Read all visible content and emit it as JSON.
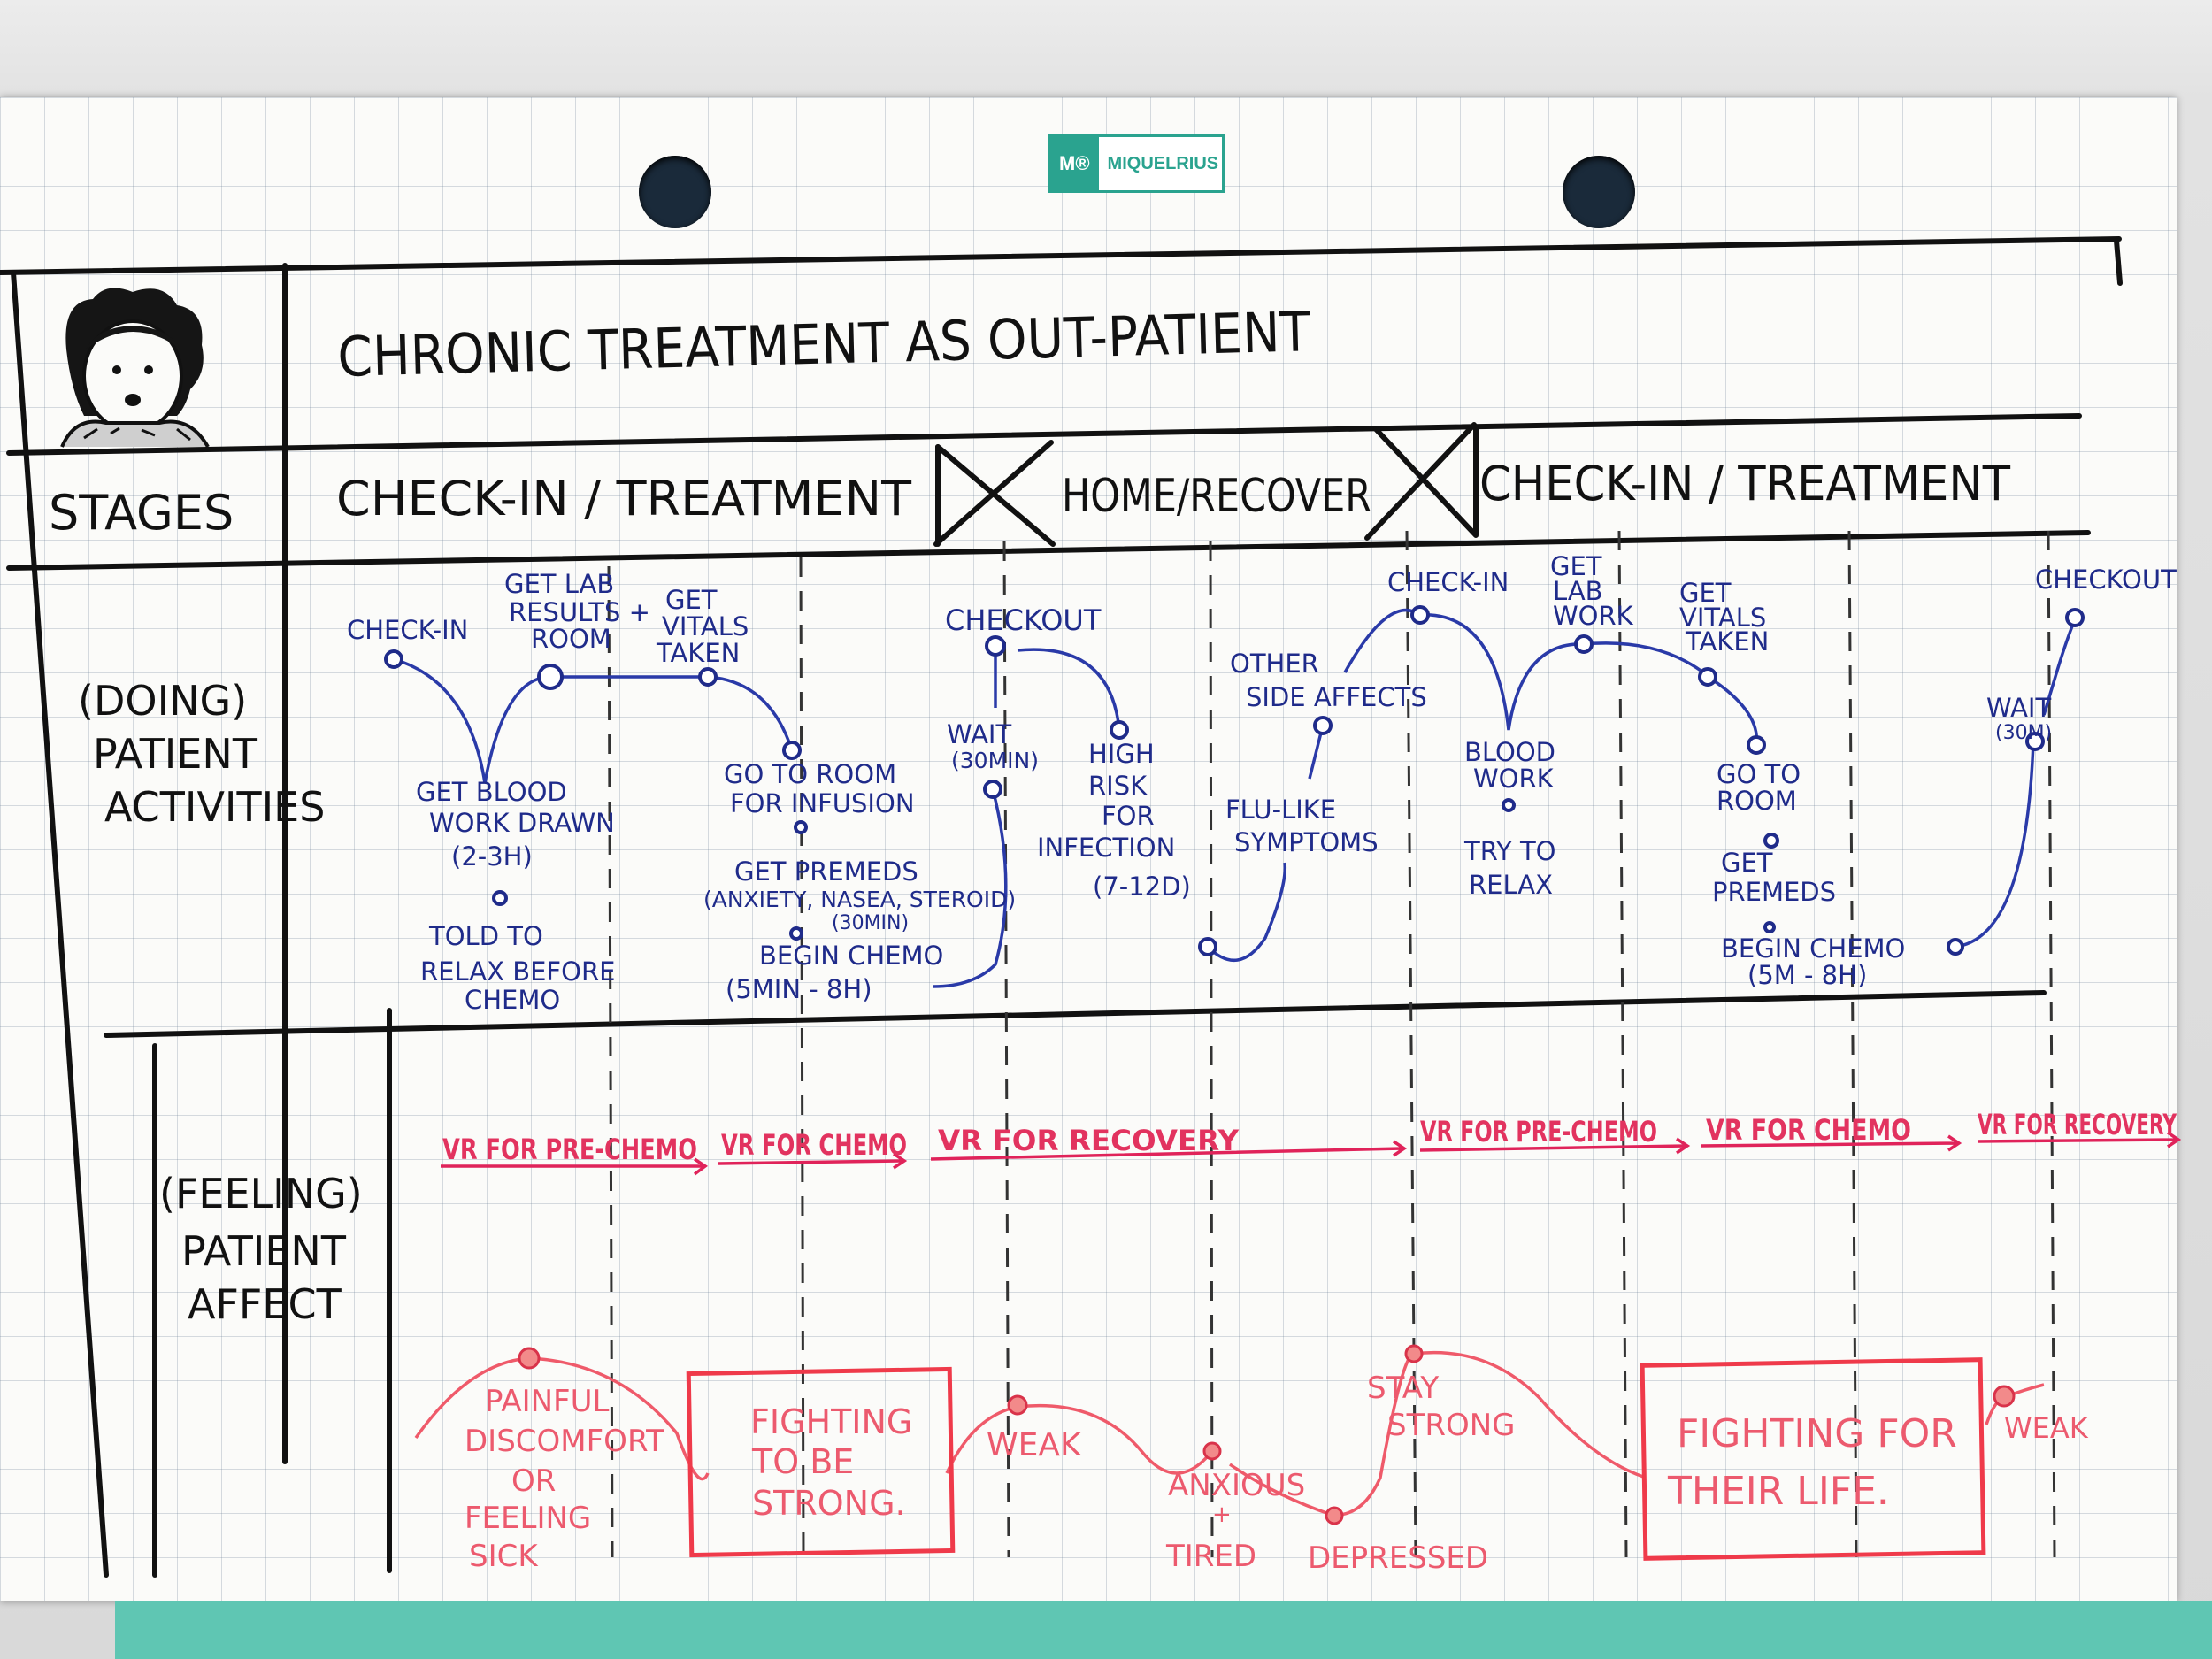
{
  "logo": {
    "mark": "M®",
    "brand": "MIQUELRIUS"
  },
  "title": "CHRONIC TREATMENT AS OUT-PATIENT",
  "row_labels": {
    "stages": "STAGES",
    "doing": [
      "(DOING)",
      "PATIENT",
      "ACTIVITIES"
    ],
    "feeling": [
      "(FEELING)",
      "PATIENT",
      "AFFECT"
    ]
  },
  "stages": [
    "CHECK-IN / TREATMENT",
    "HOME/RECOVER",
    "CHECK-IN / TREATMENT"
  ],
  "activities": {
    "checkin1": "CHECK-IN",
    "lab1": [
      "GET LAB",
      "RESULTS +",
      "ROOM"
    ],
    "vitals1": [
      "GET",
      "VITALS",
      "TAKEN"
    ],
    "blood1": [
      "GET BLOOD",
      "WORK DRAWN",
      "(2-3h)"
    ],
    "told": [
      "TOLD TO",
      "RELAX BEFORE",
      "CHEMO"
    ],
    "room1": [
      "GO TO ROOM",
      "FOR INFUSION"
    ],
    "premeds1": [
      "GET PREMEDS",
      "(anxiety, nasea, steroid)",
      "(30min)"
    ],
    "chemo1": [
      "BEGIN CHEMO",
      "(5min - 8h)"
    ],
    "checkout1": "CHECKOUT",
    "wait1": [
      "WAIT",
      "(30min)"
    ],
    "risk": [
      "HIGH",
      "RISK",
      "FOR",
      "INFECTION",
      "(7-12d)"
    ],
    "other": [
      "OTHER",
      "SIDE AFFECTS"
    ],
    "flu": [
      "FLU-LIKE",
      "SYMPTOMS"
    ],
    "checkin2": "CHECK-IN",
    "labwork2": [
      "GET",
      "LAB",
      "WORK"
    ],
    "vitals2": [
      "GET",
      "VITALS",
      "TAKEN"
    ],
    "blood2": [
      "BLOOD",
      "WORK"
    ],
    "relax2": [
      "TRY TO",
      "RELAX"
    ],
    "room2": [
      "GO TO",
      "ROOM"
    ],
    "premeds2": [
      "GET",
      "PREMEDS"
    ],
    "chemo2": [
      "BEGIN CHEMO",
      "(5m - 8h)"
    ],
    "wait2": [
      "WAIT",
      "(30m)"
    ],
    "checkout2": "CHECKOUT"
  },
  "vr_labels": [
    "VR FOR PRE-CHEMO",
    "VR FOR CHEMO",
    "VR FOR RECOVERY",
    "VR FOR PRE-CHEMO",
    "VR FOR CHEMO",
    "VR FOR RECOVERY"
  ],
  "feelings": {
    "painful": [
      "PAINFUL",
      "DISCOMFORT",
      "OR",
      "FEELING",
      "SICK"
    ],
    "fighting1": [
      "FIGHTING",
      "TO BE",
      "STRONG."
    ],
    "weak1": "WEAK",
    "anxious": [
      "ANXIOUS",
      "+",
      "TIRED"
    ],
    "depressed": "DEPRESSED",
    "stay": [
      "STAY",
      "STRONG"
    ],
    "fighting2": [
      "FIGHTING FOR",
      "THEIR LIFE."
    ],
    "weak2": "WEAK"
  },
  "colors": {
    "ink": "#111111",
    "blue": "#1f2b8a",
    "vr": "#e0235a",
    "affect": "#ec5a6e",
    "brand": "#2aa38f"
  }
}
